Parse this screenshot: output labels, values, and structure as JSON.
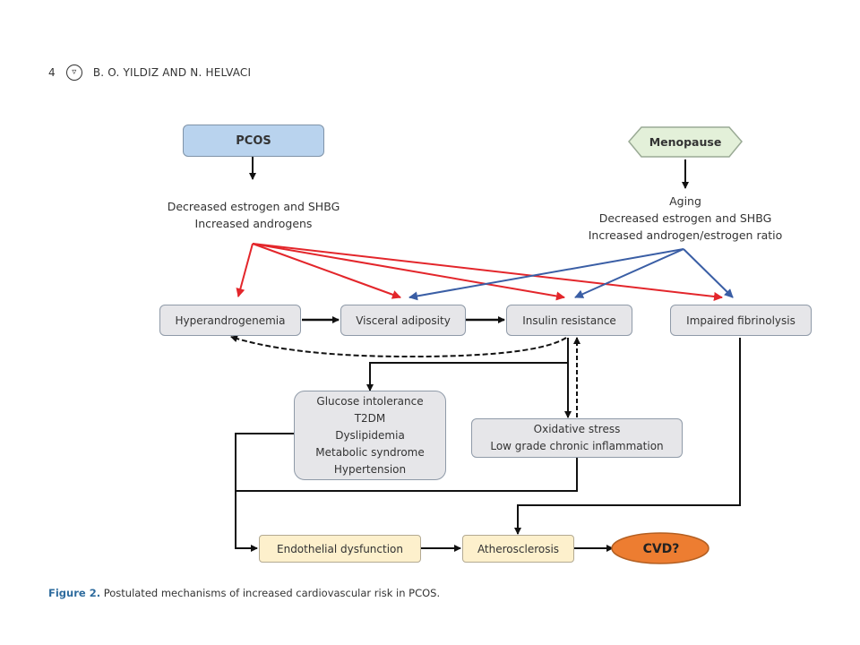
{
  "header": {
    "page_number": "4",
    "logo_icon": "publisher-logo-icon",
    "authors": "B. O. YILDIZ AND N. HELVACI"
  },
  "diagram": {
    "colors": {
      "pcos_fill": "#b9d3ee",
      "menopause_fill": "#e3f0d9",
      "node_fill": "#e6e6e9",
      "outcome_fill": "#fdf0cc",
      "cvd_fill": "#ed7d31",
      "red_arrow": "#e3262b",
      "blue_arrow": "#3a5ea5",
      "black_arrow": "#111111"
    },
    "nodes": {
      "pcos": "PCOS",
      "pcos_effects": "Decreased estrogen and SHBG\nIncreased androgens",
      "menopause": "Menopause",
      "menopause_effects": "Aging\nDecreased estrogen and SHBG\nIncreased androgen/estrogen ratio",
      "hyperandrogenemia": "Hyperandrogenemia",
      "visceral_adiposity": "Visceral adiposity",
      "insulin_resistance": "Insulin resistance",
      "impaired_fibrinolysis": "Impaired fibrinolysis",
      "metabolic": "Glucose intolerance\nT2DM\nDyslipidemia\nMetabolic syndrome\nHypertension",
      "oxidative": "Oxidative stress\nLow grade chronic inflammation",
      "endothelial": "Endothelial dysfunction",
      "atherosclerosis": "Atherosclerosis",
      "cvd": "CVD?"
    },
    "edges": [
      {
        "from": "pcos",
        "to": "pcos_effects",
        "style": "solid",
        "color": "black"
      },
      {
        "from": "menopause",
        "to": "menopause_effects",
        "style": "solid",
        "color": "black"
      },
      {
        "from": "pcos_effects",
        "to": "hyperandrogenemia",
        "style": "solid",
        "color": "red"
      },
      {
        "from": "pcos_effects",
        "to": "visceral_adiposity",
        "style": "solid",
        "color": "red"
      },
      {
        "from": "pcos_effects",
        "to": "insulin_resistance",
        "style": "solid",
        "color": "red"
      },
      {
        "from": "pcos_effects",
        "to": "impaired_fibrinolysis",
        "style": "solid",
        "color": "red"
      },
      {
        "from": "menopause_effects",
        "to": "visceral_adiposity",
        "style": "solid",
        "color": "blue"
      },
      {
        "from": "menopause_effects",
        "to": "insulin_resistance",
        "style": "solid",
        "color": "blue"
      },
      {
        "from": "menopause_effects",
        "to": "impaired_fibrinolysis",
        "style": "solid",
        "color": "blue"
      },
      {
        "from": "hyperandrogenemia",
        "to": "visceral_adiposity",
        "style": "solid",
        "color": "black"
      },
      {
        "from": "visceral_adiposity",
        "to": "insulin_resistance",
        "style": "solid",
        "color": "black"
      },
      {
        "from": "insulin_resistance",
        "to": "hyperandrogenemia",
        "style": "dashed",
        "color": "black"
      },
      {
        "from": "insulin_resistance",
        "to": "metabolic",
        "style": "solid",
        "color": "black"
      },
      {
        "from": "insulin_resistance",
        "to": "oxidative",
        "style": "solid",
        "color": "black"
      },
      {
        "from": "oxidative",
        "to": "insulin_resistance",
        "style": "dashed",
        "color": "black"
      },
      {
        "from": "metabolic",
        "to": "endothelial",
        "style": "solid",
        "color": "black"
      },
      {
        "from": "oxidative",
        "to": "endothelial",
        "style": "solid",
        "color": "black"
      },
      {
        "from": "impaired_fibrinolysis",
        "to": "atherosclerosis",
        "style": "solid",
        "color": "black"
      },
      {
        "from": "endothelial",
        "to": "atherosclerosis",
        "style": "solid",
        "color": "black"
      },
      {
        "from": "atherosclerosis",
        "to": "cvd",
        "style": "solid",
        "color": "black"
      }
    ]
  },
  "caption": {
    "label": "Figure 2.",
    "text": "Postulated mechanisms of increased cardiovascular risk in PCOS."
  }
}
